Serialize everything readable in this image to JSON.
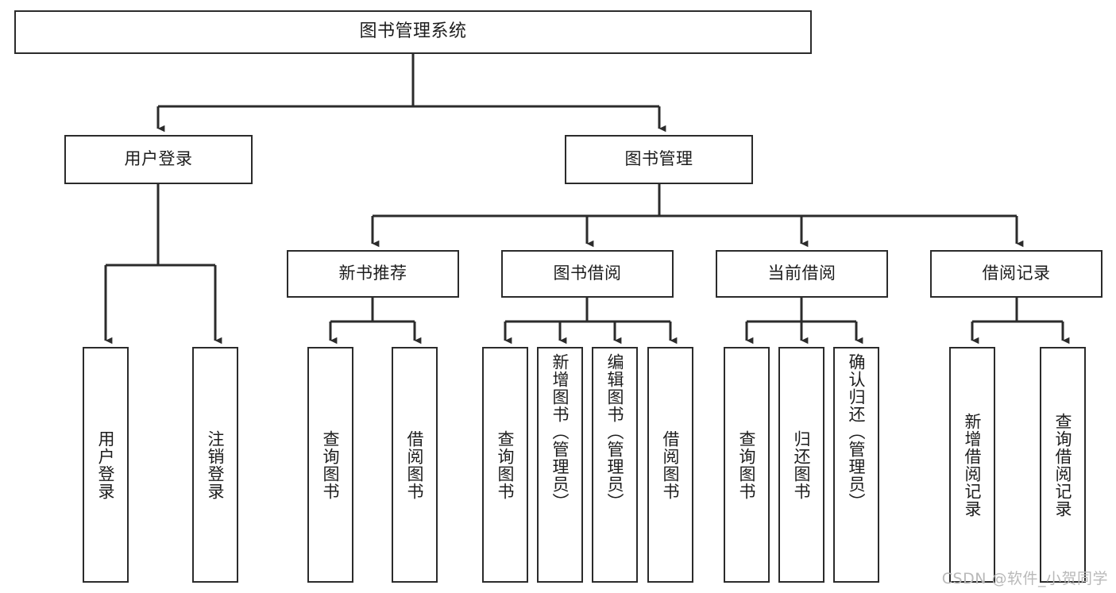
{
  "diagram": {
    "title": "图书管理系统",
    "type": "tree-hierarchy",
    "orientation": "top-down",
    "stroke_color": "#2b2b2b",
    "fill_color": "#ffffff",
    "text_color": "#1d1d1d"
  },
  "nodes": {
    "root": {
      "label": "图书管理系统",
      "level": 1
    },
    "level2": [
      {
        "id": "user-login",
        "label": "用户登录"
      },
      {
        "id": "book-manage",
        "label": "图书管理"
      }
    ],
    "level3": [
      {
        "id": "new-book-recommend",
        "label": "新书推荐",
        "parent": "book-manage"
      },
      {
        "id": "book-borrow",
        "label": "图书借阅",
        "parent": "book-manage"
      },
      {
        "id": "current-borrow",
        "label": "当前借阅",
        "parent": "book-manage"
      },
      {
        "id": "borrow-record",
        "label": "借阅记录",
        "parent": "book-manage"
      }
    ],
    "leaves": [
      {
        "id": "leaf-user-login",
        "label": "用户登录",
        "parent": "user-login"
      },
      {
        "id": "leaf-logout-login",
        "label": "注销登录",
        "parent": "user-login"
      },
      {
        "id": "leaf-query-book-1",
        "label": "查询图书",
        "parent": "new-book-recommend"
      },
      {
        "id": "leaf-borrow-book-1",
        "label": "借阅图书",
        "parent": "new-book-recommend"
      },
      {
        "id": "leaf-query-book-2",
        "label": "查询图书",
        "parent": "book-borrow"
      },
      {
        "id": "leaf-add-book",
        "label": "新增图书（管理员）",
        "parent": "book-borrow"
      },
      {
        "id": "leaf-edit-book",
        "label": "编辑图书（管理员）",
        "parent": "book-borrow"
      },
      {
        "id": "leaf-borrow-book-2",
        "label": "借阅图书",
        "parent": "book-borrow"
      },
      {
        "id": "leaf-query-book-3",
        "label": "查询图书",
        "parent": "current-borrow"
      },
      {
        "id": "leaf-return-book",
        "label": "归还图书",
        "parent": "current-borrow"
      },
      {
        "id": "leaf-confirm-return",
        "label": "确认归还（管理员）",
        "parent": "current-borrow"
      },
      {
        "id": "leaf-add-record",
        "label": "新增借阅记录",
        "parent": "borrow-record"
      },
      {
        "id": "leaf-query-record",
        "label": "查询借阅记录",
        "parent": "borrow-record"
      }
    ]
  },
  "watermark": {
    "text": "CSDN @软件_小贺同学"
  }
}
